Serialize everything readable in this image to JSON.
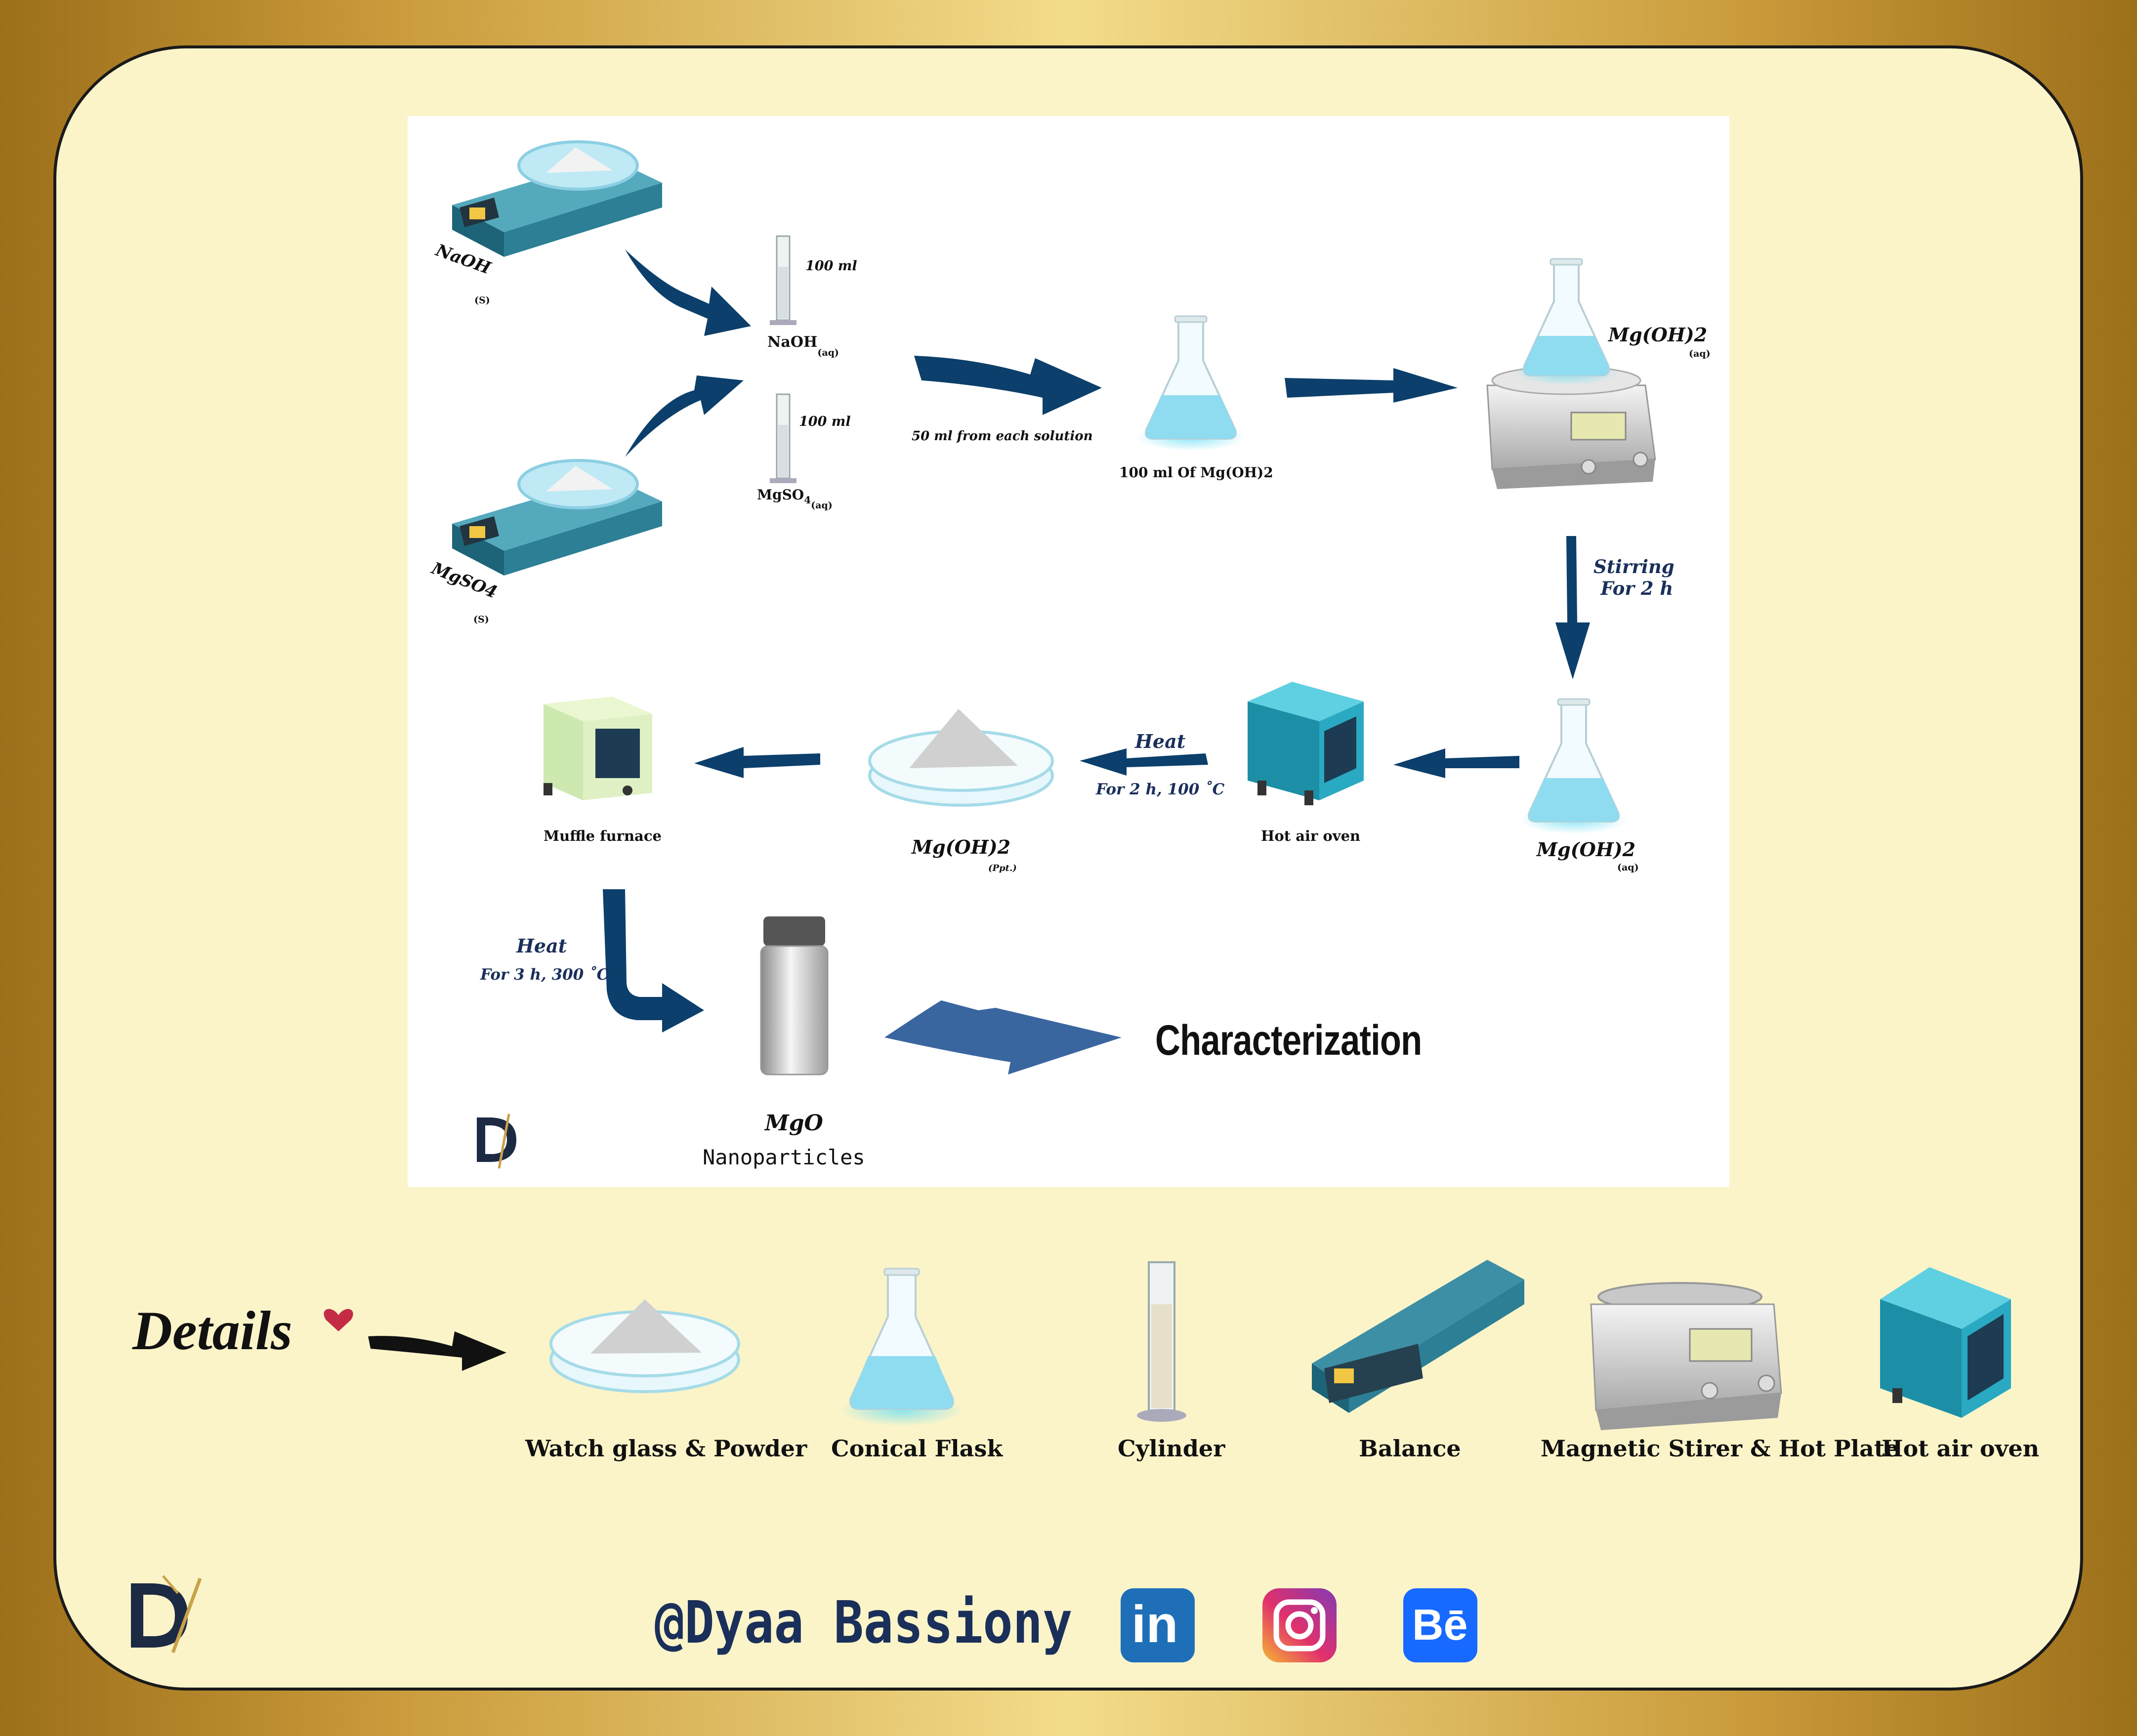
{
  "colors": {
    "arrow": "#0c3f6b",
    "arrow_light": "#3a66a0",
    "frame_bg": "#fbf4c9",
    "navy": "#1a2f5a",
    "teal": "#2f8fa7",
    "liquid": "#8fdcf0"
  },
  "diagram": {
    "balance1": {
      "label": "NaOH",
      "state": "(S)"
    },
    "balance2": {
      "label": "MgSO4",
      "state": "(S)"
    },
    "cyl1": {
      "vol": "100 ml",
      "name": "NaOH",
      "state": "(aq)"
    },
    "cyl2": {
      "vol": "100 ml",
      "name": "MgSO",
      "sub": "4",
      "state": "(aq)"
    },
    "mix_text": "50 ml from each solution",
    "flask1": {
      "label": "100 ml Of  Mg(OH)2"
    },
    "stirrer": {
      "label": "Mg(OH)2",
      "state": "(aq)"
    },
    "stirring": {
      "line1": "Stirring",
      "line2": "For 2 h"
    },
    "flask2": {
      "label": "Mg(OH)2",
      "state": "(aq)"
    },
    "oven": {
      "label": "Hot air oven"
    },
    "heat1": {
      "line1": "Heat",
      "line2": "For 2 h, 100 ˚C"
    },
    "watch": {
      "label": "Mg(OH)2",
      "state": "(Ppt.)"
    },
    "furnace": {
      "label": "Muffle furnace"
    },
    "heat2": {
      "line1": "Heat",
      "line2": "For 3 h, 300 ˚C"
    },
    "mgo": {
      "label": "MgO",
      "sub": "Nanoparticles"
    },
    "final": "Characterization"
  },
  "details": {
    "title": "Details",
    "items": [
      "Watch glass & Powder",
      "Conical Flask",
      "Cylinder",
      "Balance",
      "Magnetic Stirer & Hot Plate",
      "Hot air oven"
    ]
  },
  "footer": {
    "handle": "@Dyaa Bassiony",
    "logo": "D",
    "social": [
      {
        "icon": "linkedin-icon",
        "text": "in"
      },
      {
        "icon": "instagram-icon",
        "text": ""
      },
      {
        "icon": "behance-icon",
        "text": "Bē"
      }
    ]
  }
}
